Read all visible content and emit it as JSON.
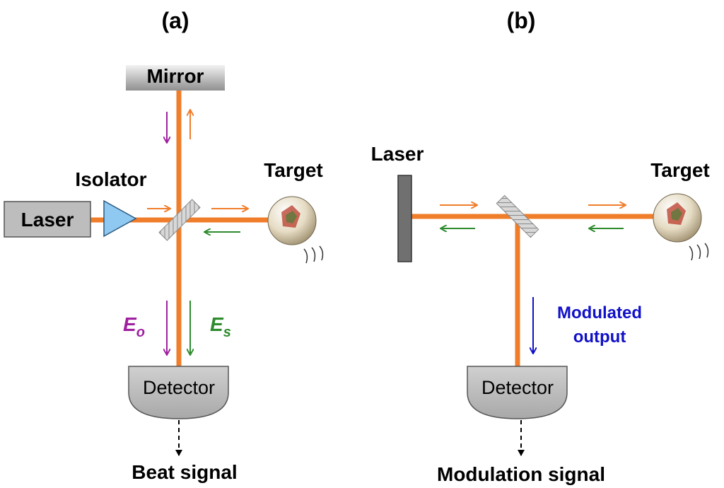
{
  "panel_a": {
    "label": "(a)",
    "mirror": "Mirror",
    "isolator": "Isolator",
    "laser": "Laser",
    "target": "Target",
    "detector": "Detector",
    "e_o": "E",
    "e_o_sub": "o",
    "e_s": "E",
    "e_s_sub": "s",
    "output": "Beat signal"
  },
  "panel_b": {
    "label": "(b)",
    "laser": "Laser",
    "target": "Target",
    "detector": "Detector",
    "modulated_line1": "Modulated",
    "modulated_line2": "output",
    "output": "Modulation signal"
  },
  "colors": {
    "beam": "#f07d2a",
    "reference_field": "#a020a0",
    "signal_field": "#2e8b2e",
    "modulated_output": "#1010c8",
    "isolator": "#8fc8f0",
    "box_gray": "#c0c0c0"
  }
}
